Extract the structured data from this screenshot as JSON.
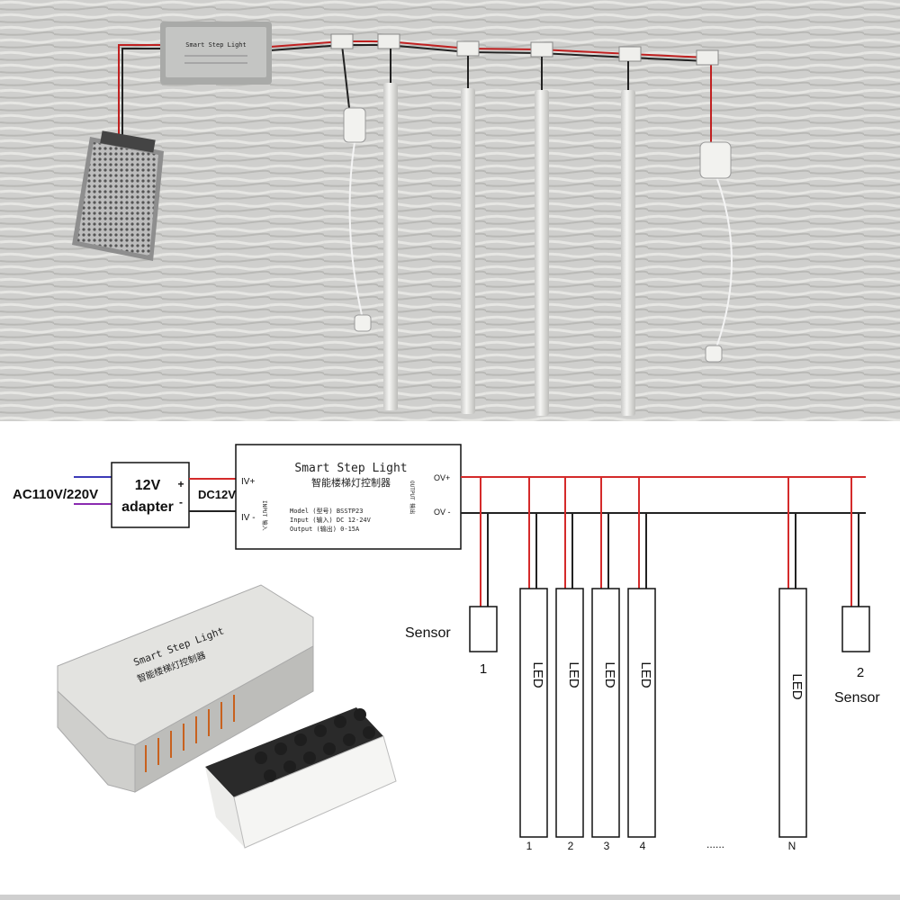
{
  "photo": {
    "controller_label": "Smart Step Light",
    "led_bar_count": 4,
    "sensor_count": 2
  },
  "schematic": {
    "ac_input_label": "AC110V/220V",
    "adapter": {
      "line1": "12V",
      "line2": "adapter",
      "plus": "+",
      "minus": "-"
    },
    "dc_label": "DC12V",
    "controller": {
      "title": "Smart Step Light",
      "title_cn": "智能楼梯灯控制器",
      "input_side": "INPUT 输入",
      "output_side": "OUTPUT 输出",
      "in_pos": "IV+",
      "in_neg": "IV -",
      "out_pos": "OV+",
      "out_neg": "OV -",
      "spec_lines": [
        "Model (型号) BSSTP23",
        "Input (输入) DC 12-24V",
        "Output (输出) 0-15A"
      ]
    },
    "sensor1": {
      "label": "Sensor",
      "number": "1"
    },
    "sensor2": {
      "label": "Sensor",
      "number": "2"
    },
    "led_label": "LED",
    "led_numbers": [
      "1",
      "2",
      "3",
      "4",
      "N"
    ],
    "ellipsis": "......",
    "wire_colors": {
      "positive": "#d42a2a",
      "negative": "#222222",
      "ac_a": "#3d3ab8",
      "ac_b": "#8a2bb0"
    }
  },
  "product": {
    "label_en": "Smart Step Light",
    "label_cn": "智能楼梯灯控制器",
    "remote_button_count": 12
  }
}
